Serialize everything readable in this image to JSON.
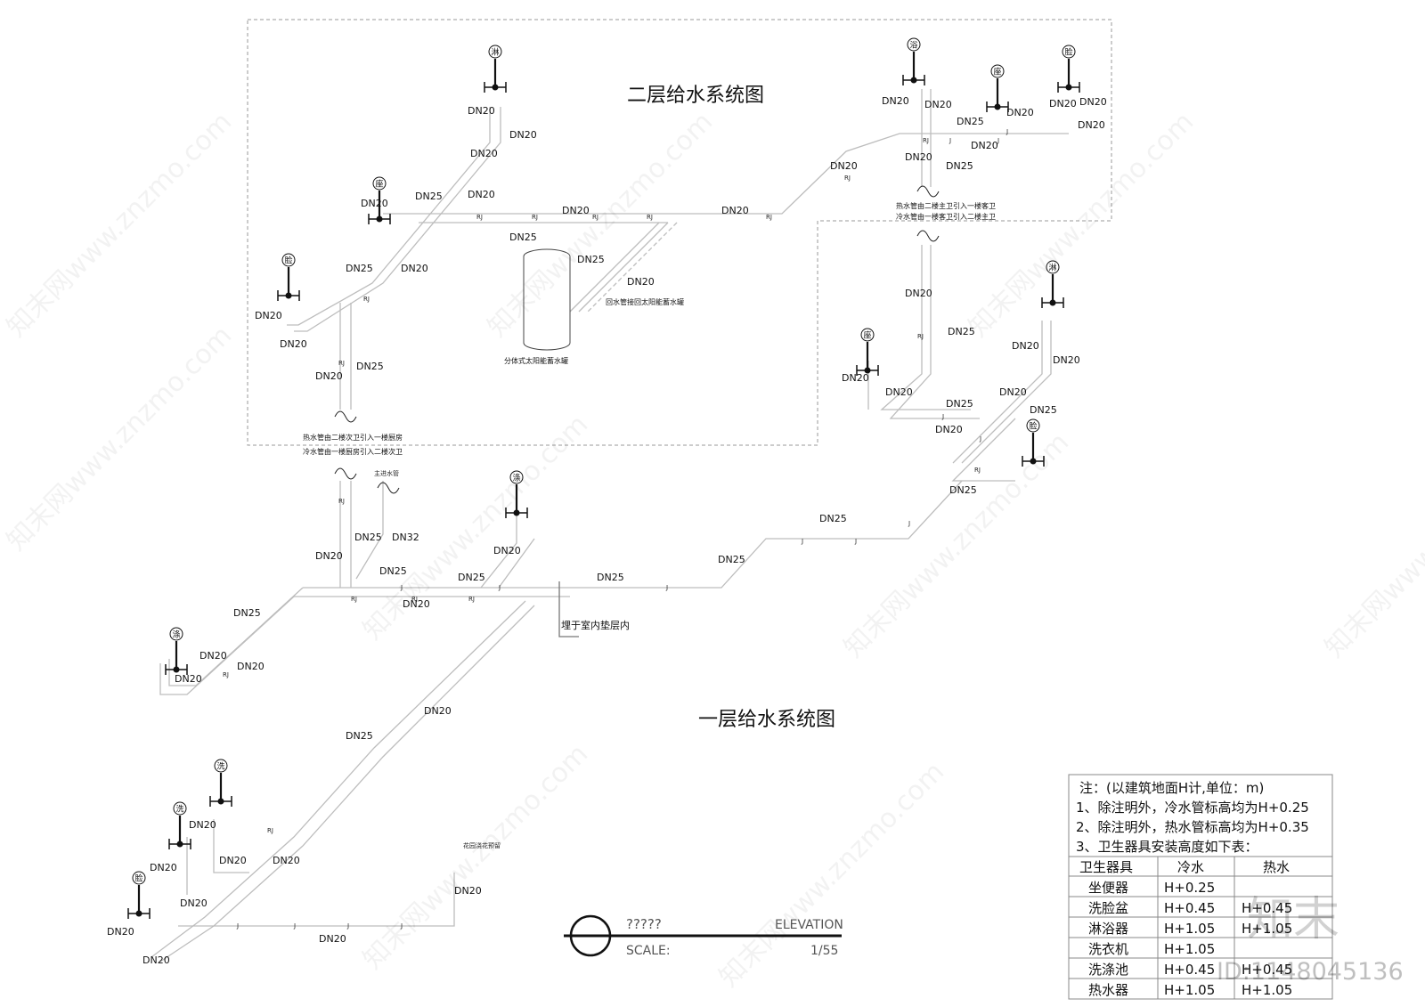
{
  "titles": {
    "second": "二层给水系统图",
    "first": "一层给水系统图"
  },
  "fixtures": {
    "shower": "淋",
    "bath": "浴",
    "toilet": "座",
    "basin": "脸",
    "sink": "涤",
    "washer": "洗"
  },
  "pipes": {
    "dn20": "DN20",
    "dn25": "DN25",
    "dn32": "DN32",
    "cold": "J",
    "hot": "RJ"
  },
  "tank": "分体式太阳能蓄水罐",
  "return_note": "回水管接回太阳能蓄水罐",
  "notes_left": [
    "热水管由二楼次卫引入一楼厨房",
    "冷水管由一楼厨房引入二楼次卫"
  ],
  "notes_right": [
    "热水管由二楼主卫引入一楼客卫",
    "冷水管由一楼客卫引入二楼主卫"
  ],
  "main_supply": "主进水管",
  "buried": "埋于室内垫层内",
  "garden": "花园浇花预留",
  "title_block": {
    "name": "?????",
    "elevation": "ELEVATION",
    "scale_label": "SCALE:",
    "scale": "1/55"
  },
  "legend": {
    "header": "注：(以建筑地面H计,单位：m)",
    "lines": [
      "1、除注明外，冷水管标高均为H+0.25",
      "2、除注明外，热水管标高均为H+0.35",
      "3、卫生器具安装高度如下表："
    ],
    "columns": [
      "卫生器具",
      "冷水",
      "热水"
    ],
    "rows": [
      [
        "坐便器",
        "H+0.25",
        ""
      ],
      [
        "洗脸盆",
        "H+0.45",
        "H+0.45"
      ],
      [
        "淋浴器",
        "H+1.05",
        "H+1.05"
      ],
      [
        "洗衣机",
        "H+1.05",
        ""
      ],
      [
        "洗涤池",
        "H+0.45",
        "H+0.45"
      ],
      [
        "热水器",
        "H+1.05",
        "H+1.05"
      ]
    ]
  },
  "watermark": {
    "site": "知末网www.znzmo.com",
    "logo": "知末",
    "id": "ID:1148045136"
  }
}
